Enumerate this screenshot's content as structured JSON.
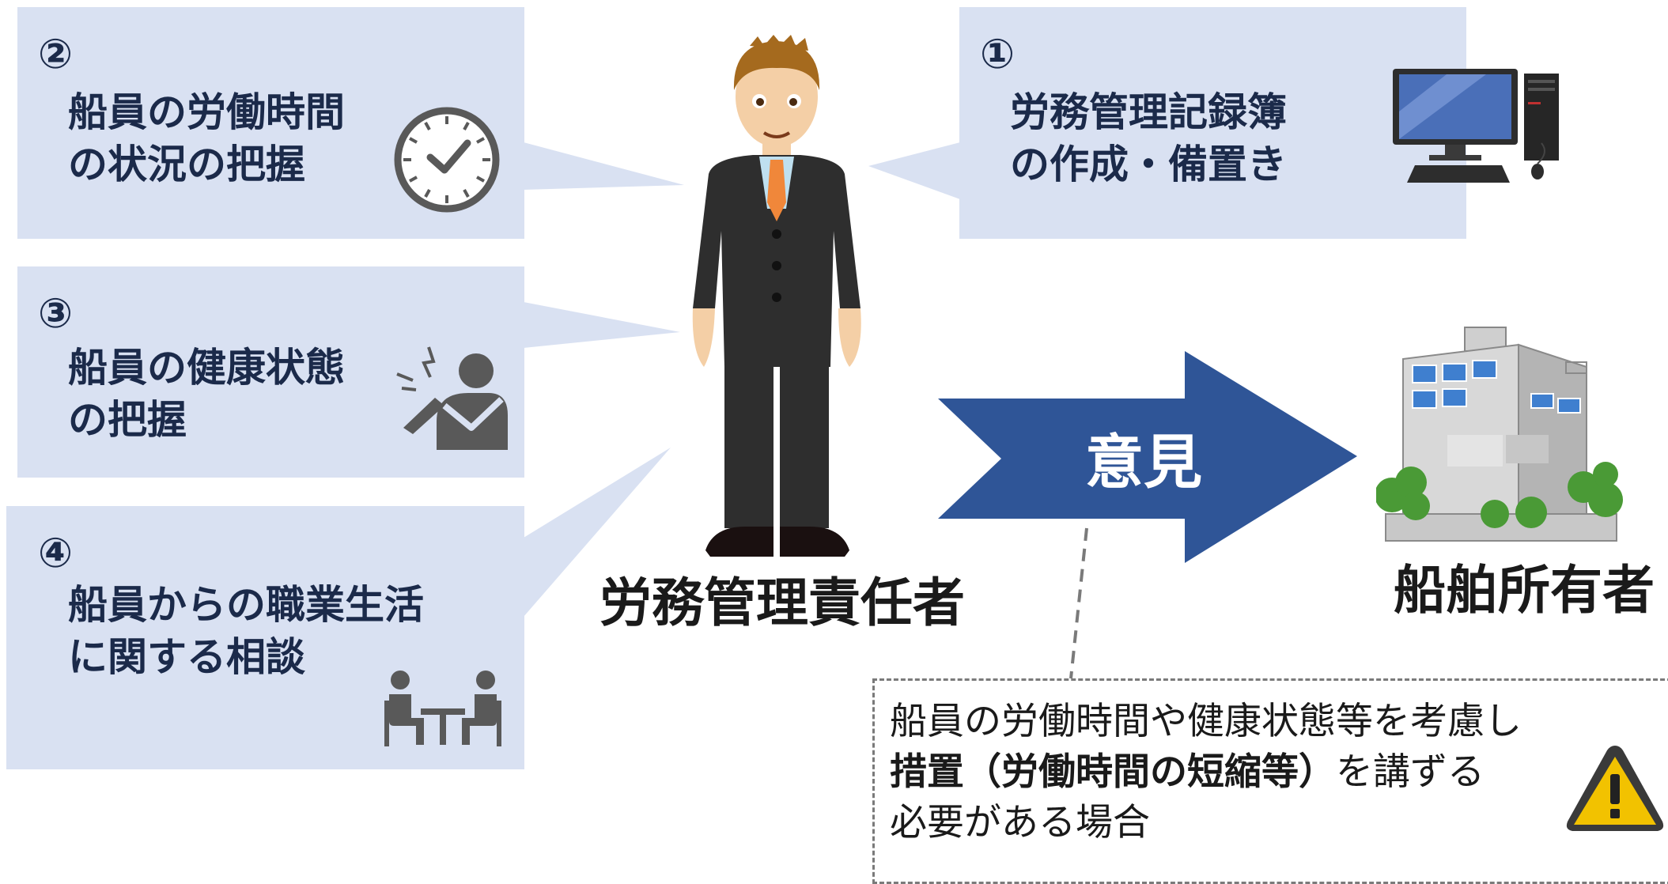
{
  "boxes": [
    {
      "num": "②",
      "line1": "船員の労働時間",
      "line2": "の状況の把握",
      "icon": "clock-icon"
    },
    {
      "num": "①",
      "line1": "労務管理記録簿",
      "line2": "の作成・備置き",
      "icon": "computer-icon"
    },
    {
      "num": "③",
      "line1": "船員の健康状態",
      "line2": "の把握",
      "icon": "injured-person-icon"
    },
    {
      "num": "④",
      "line1": "船員からの職業生活",
      "line2": "に関する相談",
      "icon": "consultation-icon"
    }
  ],
  "manager_label": "労務管理責任者",
  "owner_label": "船舶所有者",
  "arrow_label": "意見",
  "note": {
    "line1": "船員の労働時間や健康状態等を考慮し",
    "line2_bold": "措置（労働時間の短縮等）",
    "line2_rest": "を講ずる",
    "line3": "必要がある場合",
    "icon": "warning-icon"
  },
  "colors": {
    "box_fill": "#d9e1f2",
    "text_dark": "#1b2a4a",
    "arrow": "#2f5597",
    "icon_gray": "#595959",
    "warning": "#f2c200"
  }
}
